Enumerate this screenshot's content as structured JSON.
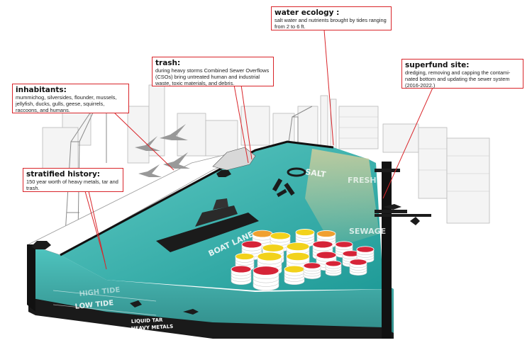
{
  "callouts": {
    "water_ecology": {
      "title": "water ecology :",
      "body": "salt water and nutrients brought by tides ranging from 2 to 6 ft."
    },
    "trash": {
      "title": "trash:",
      "body": "during heavy storms Combined Sewer Overflows (CSOs) bring untreated human and industrial waste, toxic materials, and debris."
    },
    "superfund": {
      "title": "superfund site:",
      "body": "dredging, removing and capping the contami-nated bottom and updating the sewer system (2016-2022.)"
    },
    "inhabitants": {
      "title": "inhabitants:",
      "body": "mummichog, silversides, flounder, mussels, jellyfish, ducks, gulls, geese, squirrels, raccoons, and humans."
    },
    "stratified_history": {
      "title": "stratified history:",
      "body": "150 year worth of heavy metals, tar and trash."
    }
  },
  "labels": {
    "salt": "SALT",
    "fresh": "FRESH",
    "sewage": "SEWAGE",
    "boat_lane": "BOAT LANE",
    "high_tide": "HIGH TIDE",
    "low_tide": "LOW TIDE",
    "liquid_tar": "LIQUID TAR",
    "heavy_metals": "HEAVY METALS"
  },
  "colors": {
    "accent_red": "#d9252a",
    "water": "#2fb5b0",
    "water_dark": "#1a8f8c",
    "drum_yellow": "#f2d21b",
    "drum_red": "#d62438",
    "drum_orange": "#f0a030",
    "ground": "#1a1a1a"
  }
}
